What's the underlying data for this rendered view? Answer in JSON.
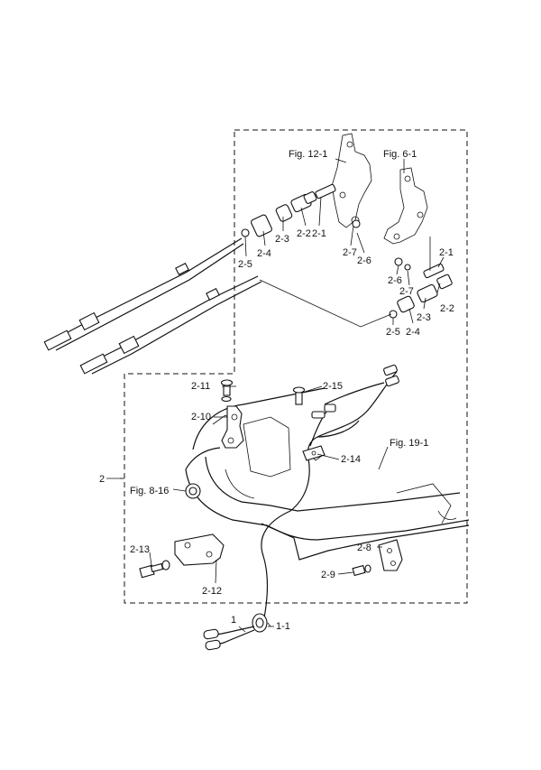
{
  "figure_refs": {
    "fig_12_1": "Fig. 12-1",
    "fig_6_1": "Fig. 6-1",
    "fig_19_1": "Fig. 19-1",
    "fig_8_16": "Fig. 8-16"
  },
  "callouts": {
    "p2": "2",
    "p2_1_a": "2-1",
    "p2_1_b": "2-1",
    "p2_2_a": "2-2",
    "p2_2_b": "2-2",
    "p2_3_a": "2-3",
    "p2_3_b": "2-3",
    "p2_4_a": "2-4",
    "p2_4_b": "2-4",
    "p2_5_a": "2-5",
    "p2_5_b": "2-5",
    "p2_6_a": "2-6",
    "p2_6_b": "2-6",
    "p2_7_a": "2-7",
    "p2_7_b": "2-7",
    "p2_8": "2-8",
    "p2_9": "2-9",
    "p2_10": "2-10",
    "p2_11": "2-11",
    "p2_12": "2-12",
    "p2_13": "2-13",
    "p2_14": "2-14",
    "p2_15": "2-15",
    "p1": "1",
    "p1_1": "1-1"
  }
}
